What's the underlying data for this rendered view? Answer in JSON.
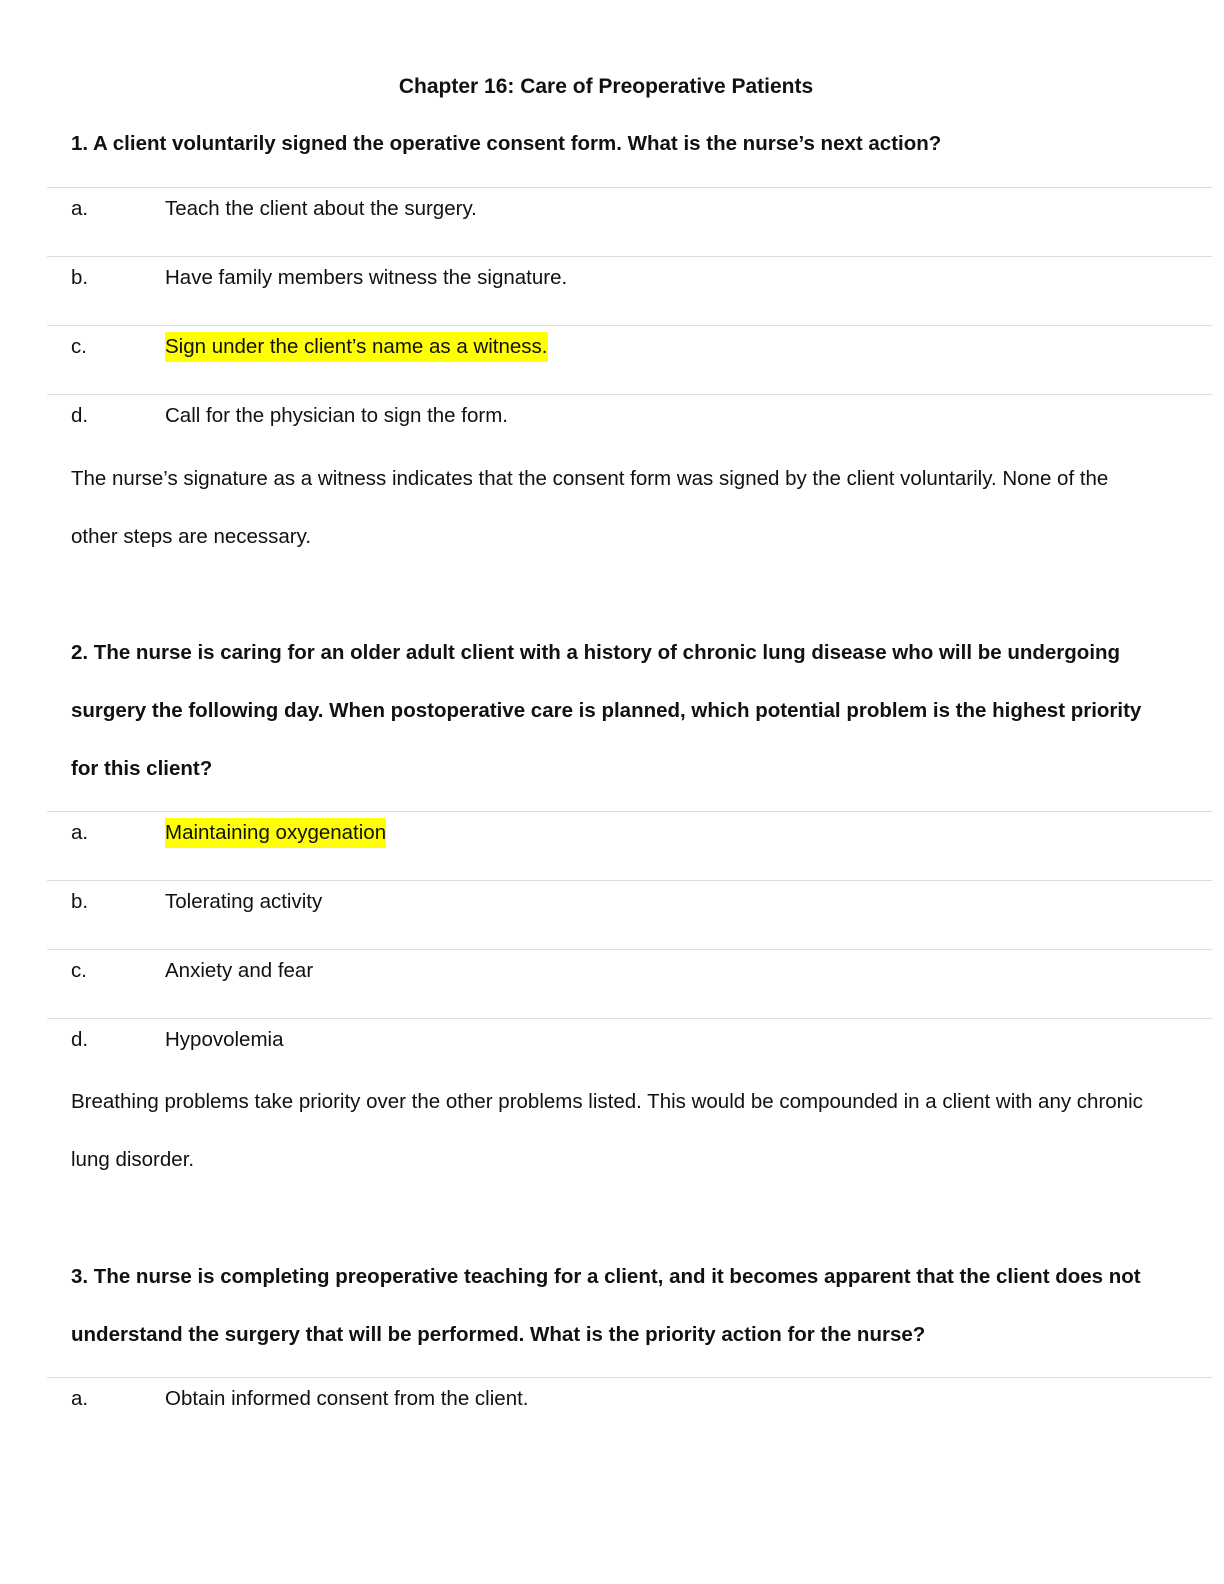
{
  "document": {
    "title": "Chapter 16: Care of Preoperative Patients",
    "highlight_color": "#ffff00",
    "questions": [
      {
        "question": "1. A client voluntarily signed the operative consent form. What is the nurse’s next action?",
        "options": [
          {
            "letter": "a.",
            "text": "Teach the client about the surgery.",
            "highlighted": false
          },
          {
            "letter": "b.",
            "text": "Have family members witness the signature.",
            "highlighted": false
          },
          {
            "letter": "c.",
            "text": "Sign under the client’s name as a witness.",
            "highlighted": true
          },
          {
            "letter": "d.",
            "text": "Call for the physician to sign the form.",
            "highlighted": false
          }
        ],
        "explanation": "The nurse’s signature as a witness indicates that the consent form was signed by the client voluntarily. None of the other steps are necessary."
      },
      {
        "question": "2. The nurse is caring for an older adult client with a history of chronic lung disease who will be undergoing surgery the following day. When postoperative care is planned, which potential problem is the highest priority for this client?",
        "options": [
          {
            "letter": "a.",
            "text": "Maintaining oxygenation",
            "highlighted": true
          },
          {
            "letter": "b.",
            "text": "Tolerating activity",
            "highlighted": false
          },
          {
            "letter": "c.",
            "text": "Anxiety and fear",
            "highlighted": false
          },
          {
            "letter": "d.",
            "text": "Hypovolemia",
            "highlighted": false
          }
        ],
        "explanation": "Breathing problems take priority over the other problems listed. This would be compounded in a client with any chronic lung disorder."
      },
      {
        "question": "3. The nurse is completing preoperative teaching for a client, and it becomes apparent that the client does not understand the surgery that will be performed. What is the priority action for the nurse?",
        "options": [
          {
            "letter": "a.",
            "text": "Obtain informed consent from the client.",
            "highlighted": false
          }
        ]
      }
    ]
  }
}
